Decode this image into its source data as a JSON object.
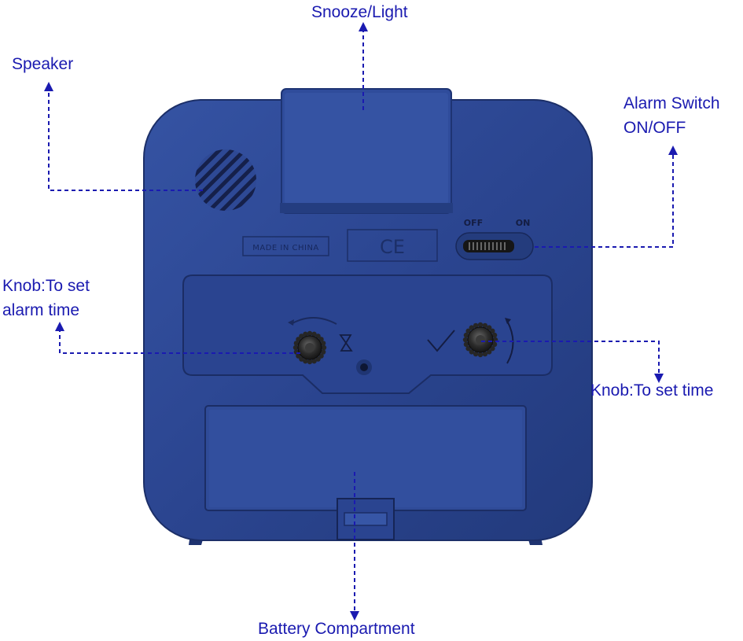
{
  "labels": {
    "snooze_light": "Snooze/Light",
    "speaker": "Speaker",
    "alarm_switch_line1": "Alarm Switch",
    "alarm_switch_line2": "ON/OFF",
    "alarm_knob_line1": "Knob:To set",
    "alarm_knob_line2": "alarm time",
    "time_knob": "Knob:To set time",
    "battery": "Battery Compartment"
  },
  "clock": {
    "made_in": "MADE IN CHINA",
    "ce_mark": "CE",
    "switch_off": "OFF",
    "switch_on": "ON"
  },
  "colors": {
    "label_text": "#1a1ab0",
    "callout_line": "#1a1ab0",
    "clock_body": "#2b4590",
    "clock_dark": "#1f3573",
    "knob": "#2a2a2a"
  }
}
